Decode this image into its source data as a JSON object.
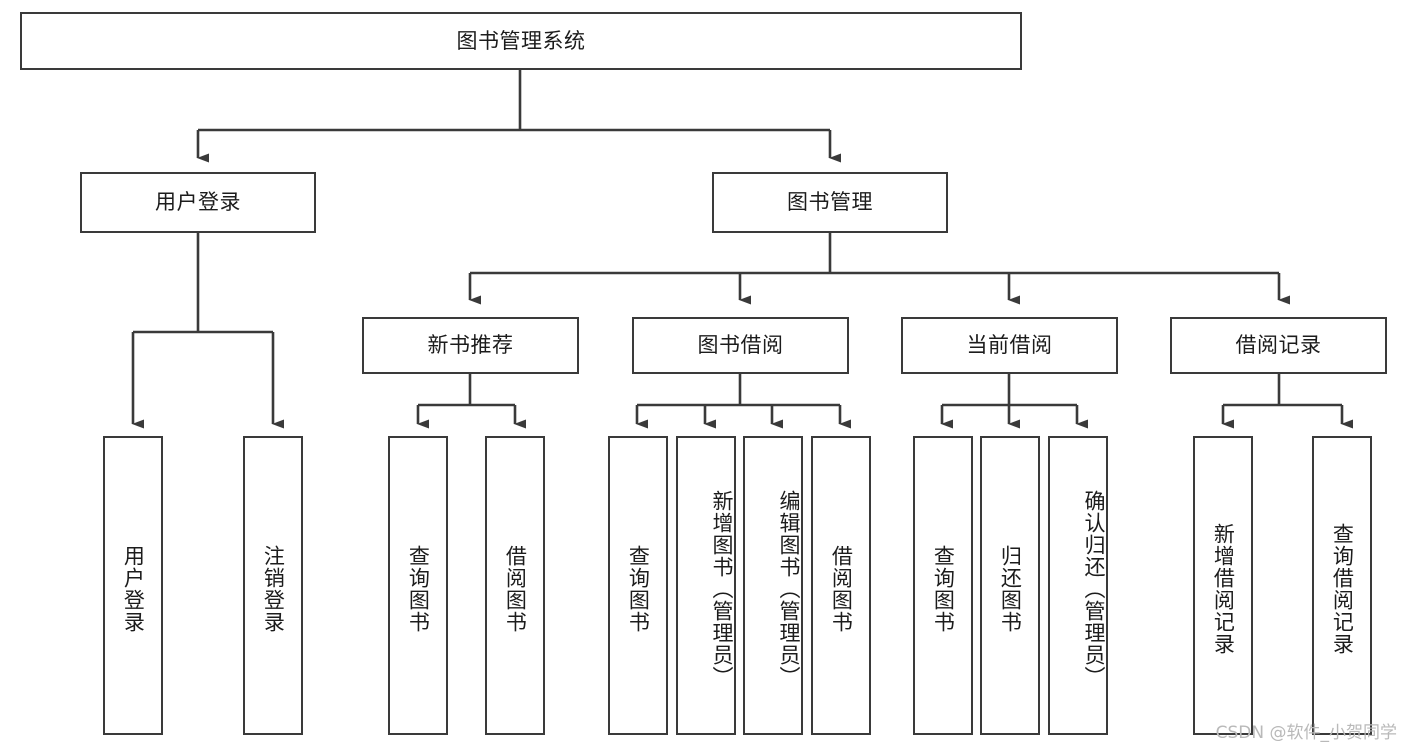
{
  "diagram": {
    "type": "tree-hierarchy-flowchart",
    "title": "图书管理系统",
    "watermark": "CSDN @软件_小贺同学",
    "colors": {
      "box_border": "#3a3a3a",
      "box_fill": "#ffffff",
      "edge": "#3a3a3a",
      "text": "#1c1c1c",
      "watermark": "#b9b9b9",
      "background": "#ffffff"
    },
    "nodes": {
      "root": {
        "label": "图书管理系统",
        "level": 0,
        "orientation": "horizontal"
      },
      "login": {
        "label": "用户登录",
        "level": 1,
        "orientation": "horizontal"
      },
      "book_mgmt": {
        "label": "图书管理",
        "level": 1,
        "orientation": "horizontal"
      },
      "new_book_rec": {
        "label": "新书推荐",
        "level": 2,
        "orientation": "horizontal"
      },
      "book_borrow": {
        "label": "图书借阅",
        "level": 2,
        "orientation": "horizontal"
      },
      "current_borrow": {
        "label": "当前借阅",
        "level": 2,
        "orientation": "horizontal"
      },
      "borrow_record": {
        "label": "借阅记录",
        "level": 2,
        "orientation": "horizontal"
      },
      "leaf_user_login": {
        "label": "用户登录",
        "level": 3,
        "orientation": "vertical"
      },
      "leaf_user_logout": {
        "label": "注销登录",
        "level": 3,
        "orientation": "vertical"
      },
      "leaf_query_book_1": {
        "label": "查询图书",
        "level": 3,
        "orientation": "vertical"
      },
      "leaf_borrow_book_1": {
        "label": "借阅图书",
        "level": 3,
        "orientation": "vertical"
      },
      "leaf_query_book_2": {
        "label": "查询图书",
        "level": 3,
        "orientation": "vertical"
      },
      "leaf_add_book": {
        "label": "新增图书（管理员）",
        "level": 3,
        "orientation": "vertical"
      },
      "leaf_edit_book": {
        "label": "编辑图书（管理员）",
        "level": 3,
        "orientation": "vertical"
      },
      "leaf_borrow_book_2": {
        "label": "借阅图书",
        "level": 3,
        "orientation": "vertical"
      },
      "leaf_query_book_3": {
        "label": "查询图书",
        "level": 3,
        "orientation": "vertical"
      },
      "leaf_return_book": {
        "label": "归还图书",
        "level": 3,
        "orientation": "vertical"
      },
      "leaf_confirm_return": {
        "label": "确认归还（管理员）",
        "level": 3,
        "orientation": "vertical"
      },
      "leaf_add_record": {
        "label": "新增借阅记录",
        "level": 3,
        "orientation": "vertical"
      },
      "leaf_query_record": {
        "label": "查询借阅记录",
        "level": 3,
        "orientation": "vertical"
      }
    },
    "edges": [
      {
        "from": "root",
        "to": "login"
      },
      {
        "from": "root",
        "to": "book_mgmt"
      },
      {
        "from": "login",
        "to": "leaf_user_login"
      },
      {
        "from": "login",
        "to": "leaf_user_logout"
      },
      {
        "from": "book_mgmt",
        "to": "new_book_rec"
      },
      {
        "from": "book_mgmt",
        "to": "book_borrow"
      },
      {
        "from": "book_mgmt",
        "to": "current_borrow"
      },
      {
        "from": "book_mgmt",
        "to": "borrow_record"
      },
      {
        "from": "new_book_rec",
        "to": "leaf_query_book_1"
      },
      {
        "from": "new_book_rec",
        "to": "leaf_borrow_book_1"
      },
      {
        "from": "book_borrow",
        "to": "leaf_query_book_2"
      },
      {
        "from": "book_borrow",
        "to": "leaf_add_book"
      },
      {
        "from": "book_borrow",
        "to": "leaf_edit_book"
      },
      {
        "from": "book_borrow",
        "to": "leaf_borrow_book_2"
      },
      {
        "from": "current_borrow",
        "to": "leaf_query_book_3"
      },
      {
        "from": "current_borrow",
        "to": "leaf_return_book"
      },
      {
        "from": "current_borrow",
        "to": "leaf_confirm_return"
      },
      {
        "from": "borrow_record",
        "to": "leaf_add_record"
      },
      {
        "from": "borrow_record",
        "to": "leaf_query_record"
      }
    ]
  }
}
